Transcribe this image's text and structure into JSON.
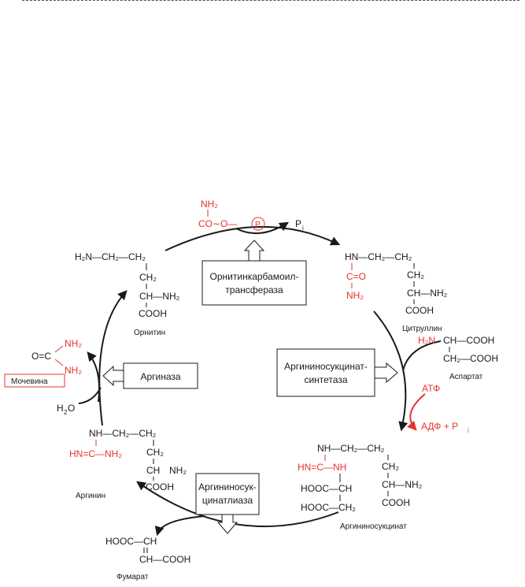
{
  "enzymes": {
    "otc": [
      "Орнитинкарбамоил-",
      "трансфераза"
    ],
    "ass": [
      "Аргининосукцинат-",
      "синтетаза"
    ],
    "asl": [
      "Аргининосук-",
      "цинатлиаза"
    ],
    "arginase": "Аргиназа"
  },
  "metabolites": {
    "ornithine": {
      "name": "Орнитин",
      "lines": [
        "H₂N—CH₂—CH₂",
        "CH₂",
        "CH—NH₂",
        "COOH"
      ]
    },
    "citrulline": {
      "name": "Цитруллин",
      "lines": [
        "HN—CH₂—CH₂",
        "C=O",
        "NH₂",
        "CH₂",
        "CH—NH₂",
        "COOH"
      ]
    },
    "aspartate": {
      "name": "Аспартат",
      "lines": [
        "H₂N",
        "CH—COOH",
        "CH₂—COOH"
      ]
    },
    "argininosuccinate": {
      "name": "Аргининосукцинат",
      "lines": [
        "NH—CH₂—CH₂",
        "HN=C—NH",
        "CH₂",
        "CH—NH₂",
        "HOOC—CH",
        "HOOC—CH₂",
        "COOH"
      ]
    },
    "fumarate": {
      "name": "Фумарат",
      "lines": [
        "HOOC—CH",
        "CH—COOH"
      ]
    },
    "arginine": {
      "name": "Аргинин",
      "lines": [
        "NH—CH₂—CH₂",
        "HN=C—NH₂",
        "CH₂",
        "CH",
        "NH₂",
        "COOH"
      ]
    },
    "urea": {
      "name": "Мочевина",
      "lines": [
        "NH₂",
        "O=C",
        "NH₂"
      ]
    },
    "carbamoyl_phosphate": {
      "lines": [
        "NH₂",
        "CO∼O—",
        "P"
      ]
    }
  },
  "cofactors": {
    "pi": "P",
    "pi_sub": "i",
    "water": "H",
    "water_sub": "2",
    "water_o": "O",
    "atp": "АТФ",
    "adp_pi": "АДФ + P",
    "adp_sub": "i"
  },
  "colors": {
    "highlight": "#e8322e",
    "ink": "#1a1a1a"
  }
}
